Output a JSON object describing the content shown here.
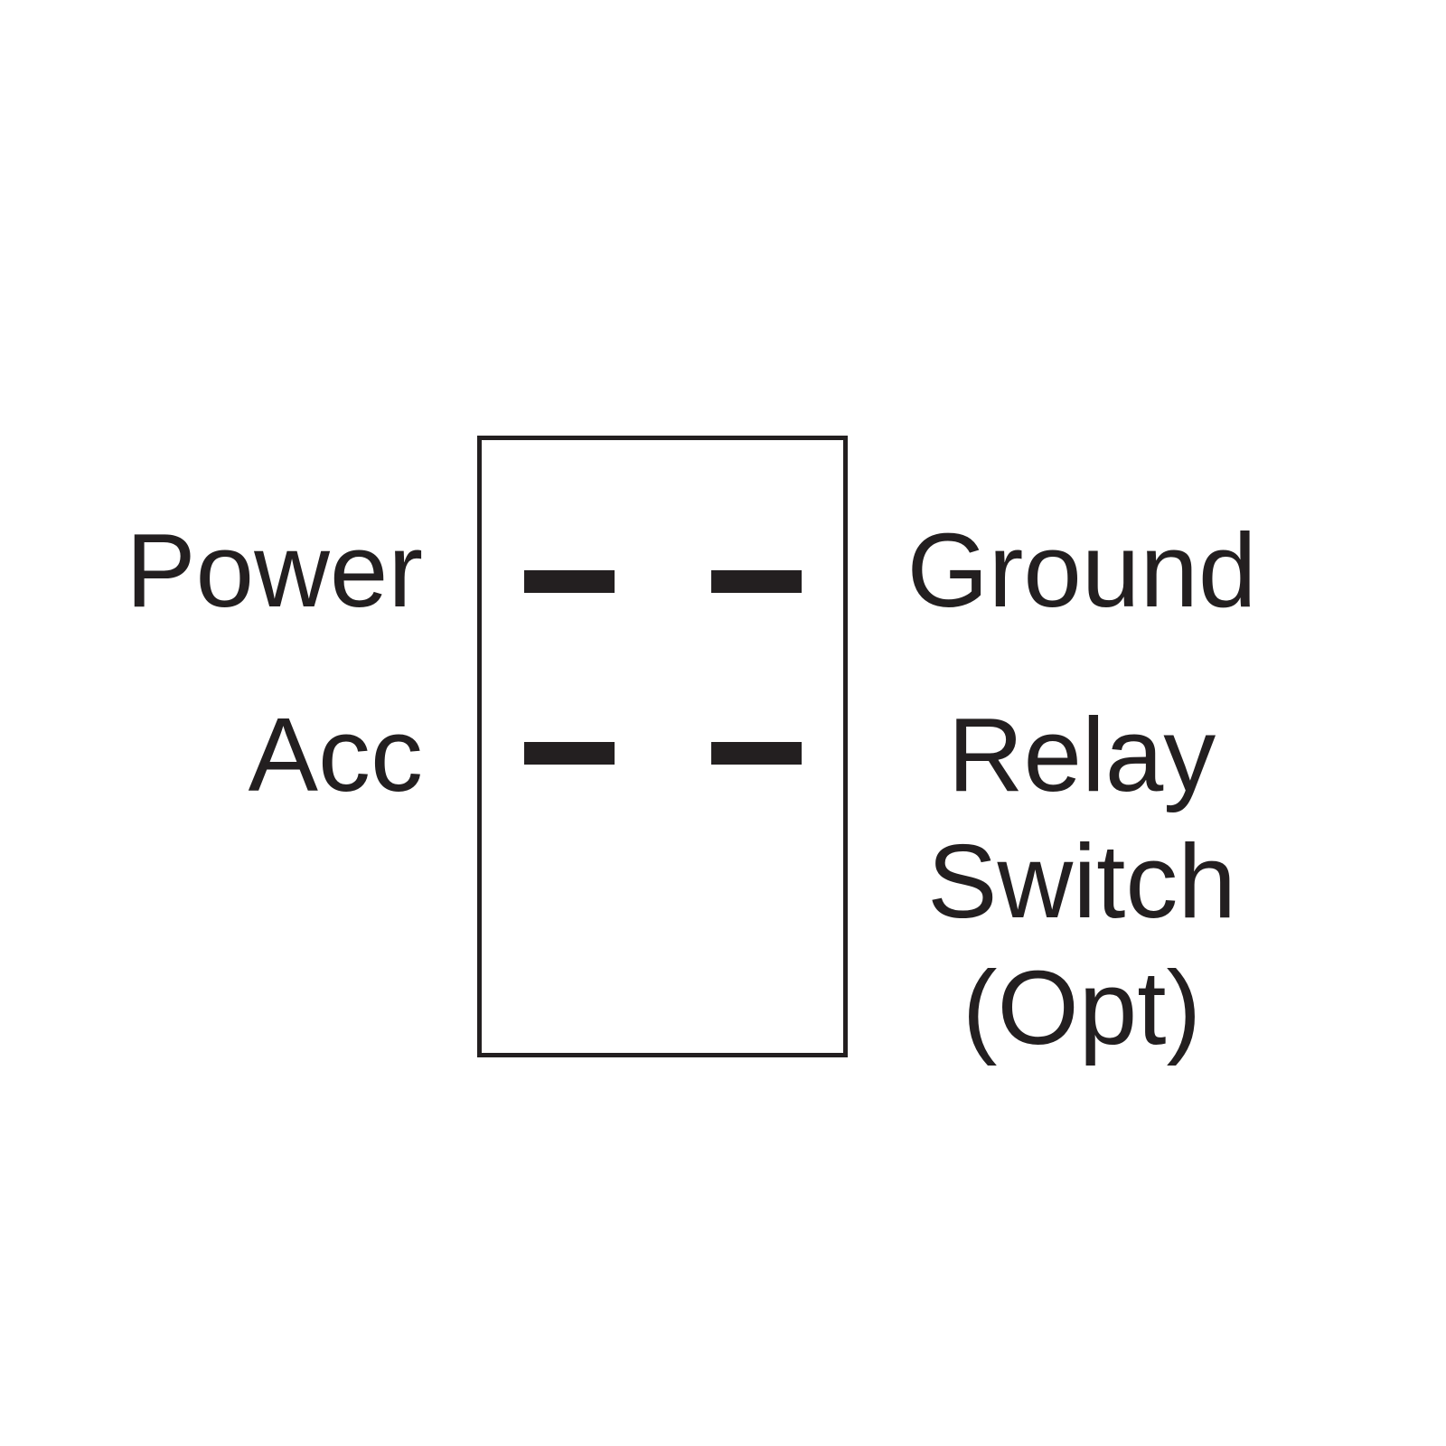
{
  "colors": {
    "ink": "#231f20",
    "background": "#ffffff"
  },
  "labels": {
    "power": "Power",
    "acc": "Acc",
    "ground": "Ground",
    "relay_switch_lines": [
      "Relay",
      "Switch",
      "(Opt)"
    ]
  },
  "switch": {
    "shape": "rectangle",
    "terminals": [
      {
        "name": "power-terminal",
        "row": "top",
        "column": "left"
      },
      {
        "name": "ground-terminal",
        "row": "top",
        "column": "right"
      },
      {
        "name": "acc-terminal",
        "row": "bottom",
        "column": "left"
      },
      {
        "name": "relay-terminal",
        "row": "bottom",
        "column": "right"
      }
    ]
  }
}
